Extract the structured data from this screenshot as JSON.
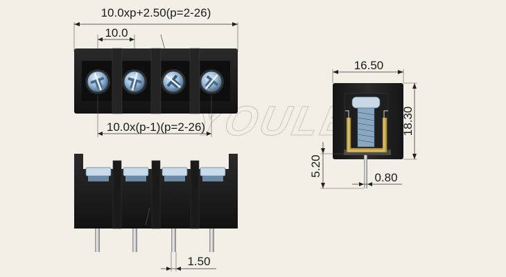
{
  "watermark": "YOULE",
  "top_view": {
    "overall_dim": "10.0xp+2.50(p=2-26)",
    "pitch_dim": "10.0",
    "span_dim": "10.0x(p-1)(p=2-26)",
    "terminal_count": 4
  },
  "front_view": {
    "pin_dim": "1.50",
    "pin_count": 4
  },
  "side_view": {
    "width_dim": "16.50",
    "height_dim": "18.30",
    "pin_length_dim": "5.20",
    "pin_thickness_dim": "0.80"
  },
  "colors": {
    "background": "#f3efe7",
    "body": "#1c1c1c",
    "screw": "#8fb4d6",
    "pin": "#b8b8b8"
  }
}
